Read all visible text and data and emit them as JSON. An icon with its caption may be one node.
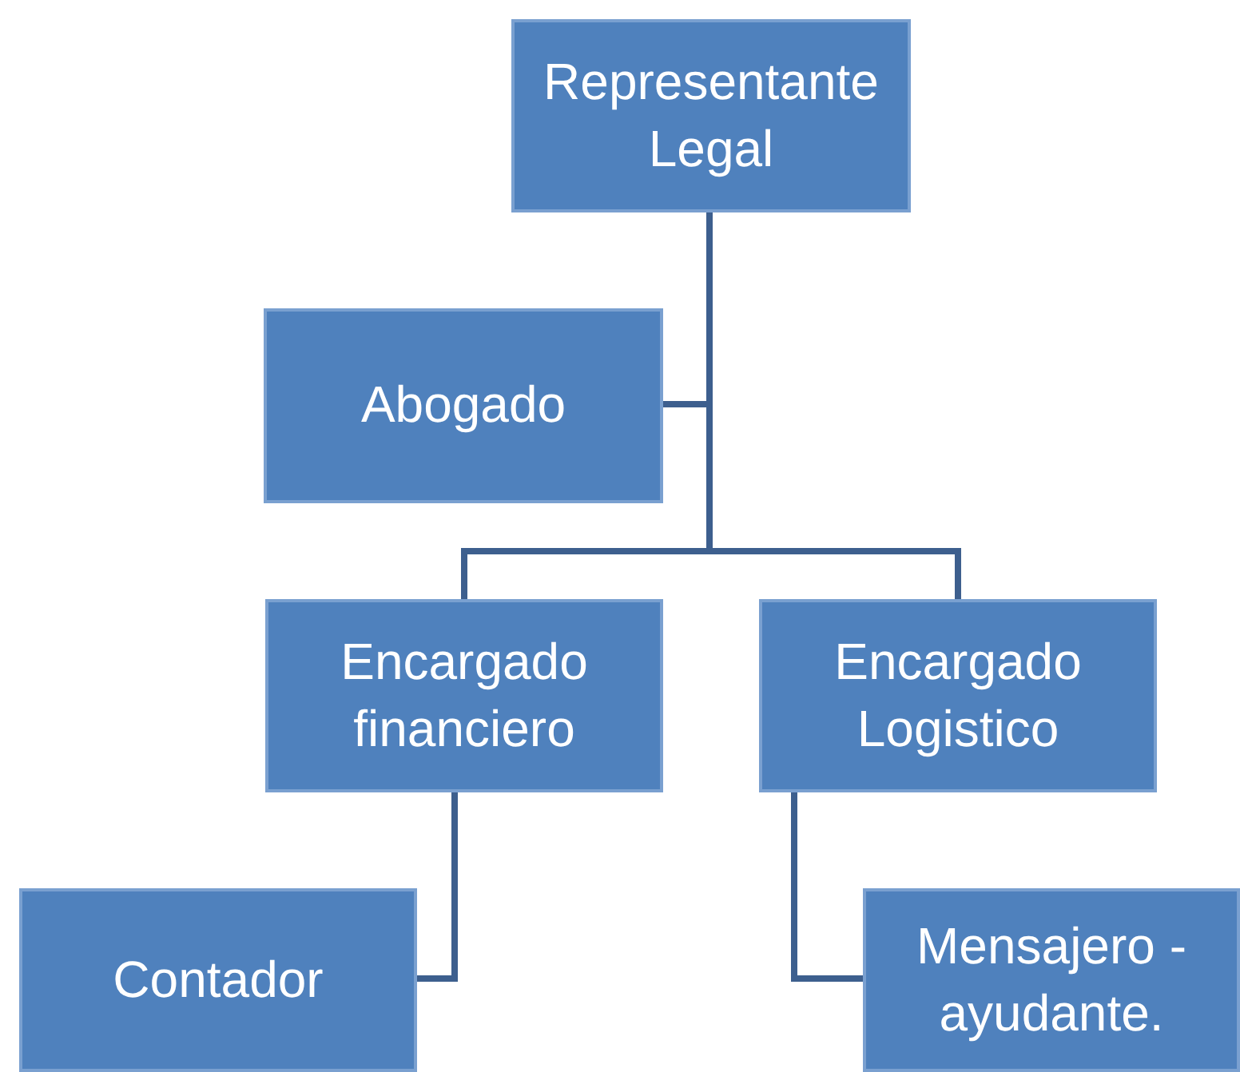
{
  "diagram": {
    "nodes": [
      {
        "text": [
          "Representante Legal"
        ]
      },
      {
        "text": [
          "Abogado"
        ]
      },
      {
        "text": [
          "Encargado financiero"
        ]
      },
      {
        "text": [
          "Encargado Logistico"
        ]
      },
      {
        "text": [
          "Contador"
        ]
      },
      {
        "text": [
          "Mensajero - ayudante."
        ]
      }
    ],
    "edges": [
      {
        "from": 0,
        "to": 1,
        "arrow": "none"
      },
      {
        "from": 0,
        "to": 2,
        "arrow": "none"
      },
      {
        "from": 0,
        "to": 3,
        "arrow": "none"
      },
      {
        "from": 2,
        "to": 4,
        "arrow": "none"
      },
      {
        "from": 3,
        "to": 5,
        "arrow": "none"
      }
    ]
  }
}
